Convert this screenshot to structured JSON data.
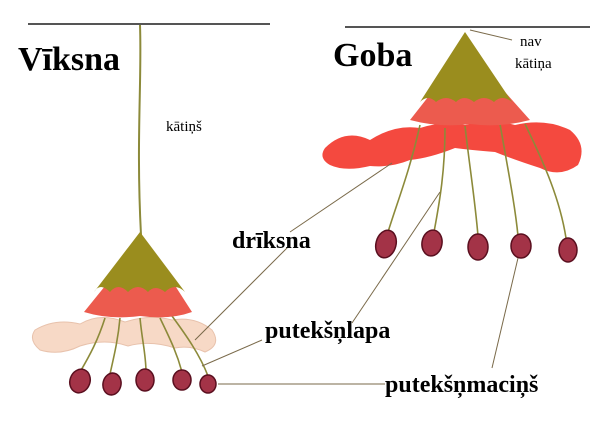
{
  "titles": {
    "left": "Vīksna",
    "right": "Goba"
  },
  "labels": {
    "katins": "kātiņš",
    "nav_line1": "nav",
    "nav_line2": "kātiņa",
    "driksna": "drīksna",
    "puteksnlapa": "putekšņlapa",
    "puteksnmacins": "putekšņmaciņš"
  },
  "colors": {
    "olive": "#9a8d1e",
    "salmon": "#ec5b4e",
    "red_tepal": "#f4493f",
    "pale_tepal": "#f7d9c6",
    "anther": "#a33347",
    "anther_outline": "#5a0f1f",
    "stalk": "#8c8a3a"
  }
}
